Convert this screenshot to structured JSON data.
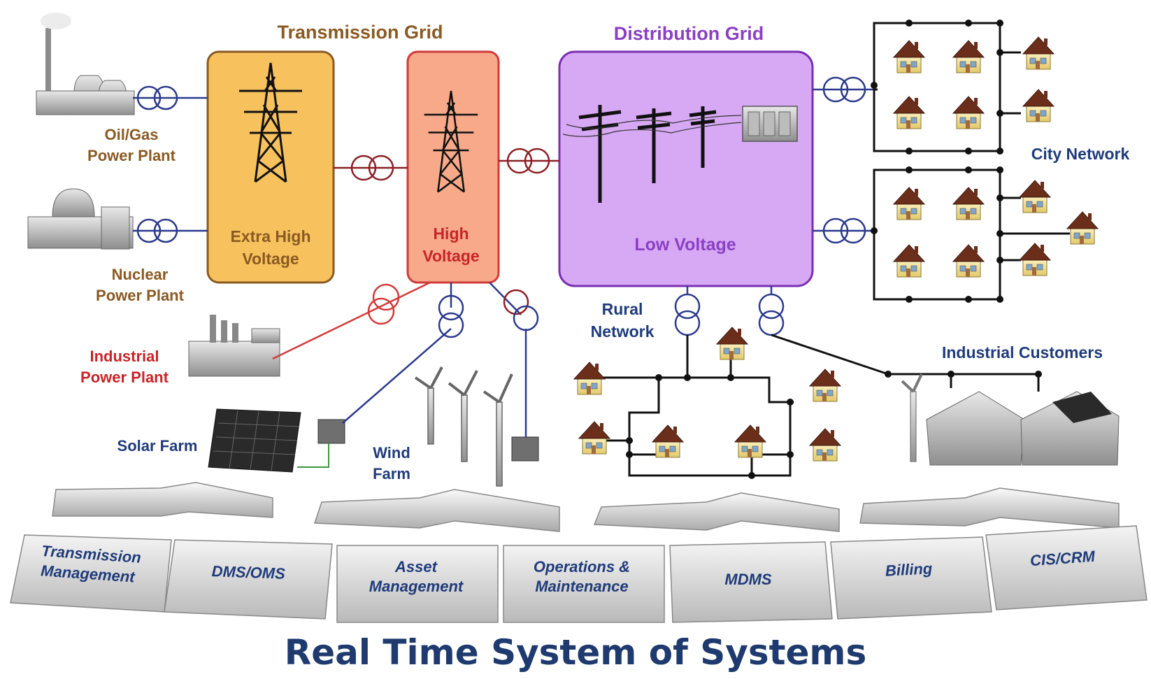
{
  "header": {
    "transmission_grid": "Transmission Grid",
    "distribution_grid": "Distribution Grid"
  },
  "boxes": {
    "extra_high_line1": "Extra High",
    "extra_high_line2": "Voltage",
    "high_line1": "High",
    "high_line2": "Voltage",
    "low_voltage": "Low Voltage"
  },
  "plants": {
    "oilgas_line1": "Oil/Gas",
    "oilgas_line2": "Power Plant",
    "nuclear_line1": "Nuclear",
    "nuclear_line2": "Power Plant",
    "industrial_line1": "Industrial",
    "industrial_line2": "Power Plant",
    "solar": "Solar Farm",
    "wind_line1": "Wind",
    "wind_line2": "Farm"
  },
  "networks": {
    "city": "City Network",
    "rural_line1": "Rural",
    "rural_line2": "Network",
    "industrial_customers": "Industrial Customers"
  },
  "systems": [
    {
      "line1": "Transmission",
      "line2": "Management"
    },
    {
      "line1": "DMS/OMS",
      "line2": ""
    },
    {
      "line1": "Asset",
      "line2": "Management"
    },
    {
      "line1": "Operations &",
      "line2": "Maintenance"
    },
    {
      "line1": "MDMS",
      "line2": ""
    },
    {
      "line1": "Billing",
      "line2": ""
    },
    {
      "line1": "CIS/CRM",
      "line2": ""
    }
  ],
  "footer": {
    "title": "Real Time System of Systems"
  },
  "colors": {
    "extra_high_fill": "#f7c25e",
    "high_fill": "#f7a98a",
    "high_border": "#d23a3a",
    "low_fill": "#d7a9f5",
    "low_border": "#7a2fb0",
    "transformer_navy": "#2b3a8c",
    "transformer_maroon": "#8c1f25",
    "title": "#1e3a6e"
  }
}
